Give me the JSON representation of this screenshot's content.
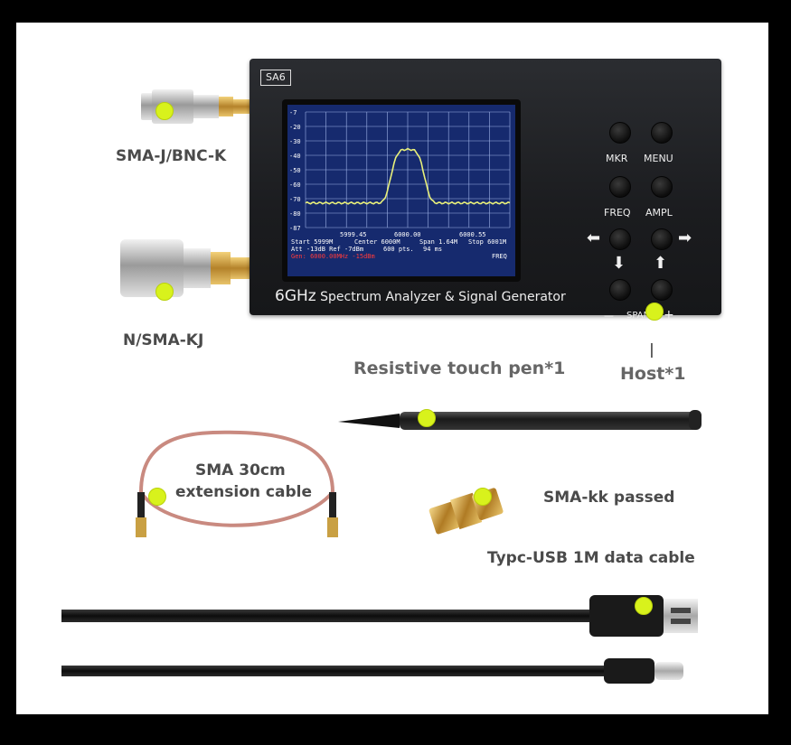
{
  "labels": {
    "sma_bnc": "SMA-J/BNC-K",
    "n_sma": "N/SMA-KJ",
    "pen": "Resistive touch pen*1",
    "host": "Host*1",
    "host_tick": "|",
    "cable_line1": "SMA 30cm",
    "cable_line2": "extension cable",
    "sma_kk": "SMA-kk passed",
    "usb": "Typc-USB 1M data cable"
  },
  "device": {
    "model": "SA6",
    "subtitle_freq": "6GHz",
    "subtitle_rest": "Spectrum Analyzer & Signal Generator",
    "buttons": {
      "mkr": "MKR",
      "menu": "MENU",
      "freq": "FREQ",
      "ampl": "AMPL",
      "span": "SPAN",
      "minus": "—",
      "plus": "+"
    },
    "screen": {
      "y_ticks": [
        "-7",
        "-20",
        "-30",
        "-40",
        "-50",
        "-60",
        "-70",
        "-80",
        "-87"
      ],
      "marker_left": "5999.45",
      "marker_center": "6000.00",
      "marker_right": "6000.55",
      "start": "Start 5999M",
      "center": "Center 6000M",
      "span": "Span 1.64M",
      "stop": "Stop 6001M",
      "att": "Att -13dB Ref -7dBm",
      "pts": "600 pts.",
      "time": "94 ms",
      "gen": "Gen: 6000.00MHz -15dBm",
      "mode": "FREQ"
    }
  },
  "colors": {
    "dot": "#d8f21c",
    "screen_bg": "#162a6e",
    "trace": "#e8f07a",
    "label": "#4a4a4a"
  }
}
